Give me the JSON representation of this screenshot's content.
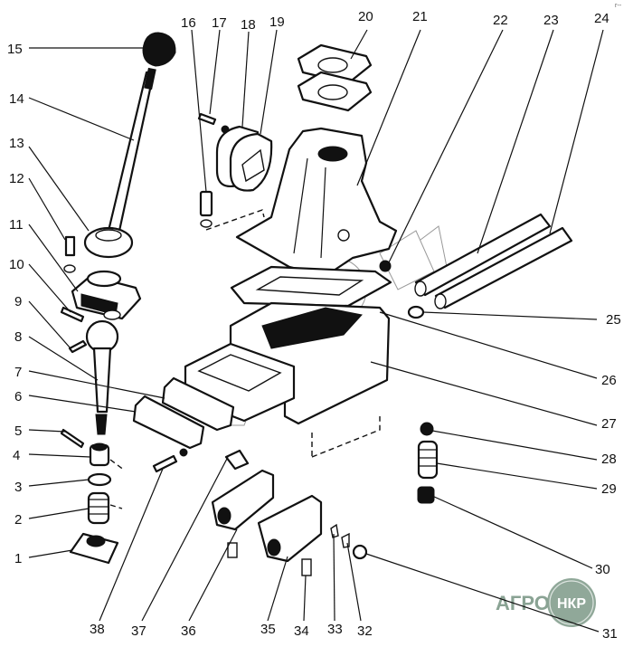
{
  "diagram": {
    "type": "exploded-parts-diagram",
    "corner_mark": "г--",
    "callouts": [
      {
        "num": "1"
      },
      {
        "num": "2"
      },
      {
        "num": "3"
      },
      {
        "num": "4"
      },
      {
        "num": "5"
      },
      {
        "num": "6"
      },
      {
        "num": "7"
      },
      {
        "num": "8"
      },
      {
        "num": "9"
      },
      {
        "num": "10"
      },
      {
        "num": "11"
      },
      {
        "num": "12"
      },
      {
        "num": "13"
      },
      {
        "num": "14"
      },
      {
        "num": "15"
      },
      {
        "num": "16"
      },
      {
        "num": "17"
      },
      {
        "num": "18"
      },
      {
        "num": "19"
      },
      {
        "num": "20"
      },
      {
        "num": "21"
      },
      {
        "num": "22"
      },
      {
        "num": "23"
      },
      {
        "num": "24"
      },
      {
        "num": "25"
      },
      {
        "num": "26"
      },
      {
        "num": "27"
      },
      {
        "num": "28"
      },
      {
        "num": "29"
      },
      {
        "num": "30"
      },
      {
        "num": "31"
      },
      {
        "num": "32"
      },
      {
        "num": "33"
      },
      {
        "num": "34"
      },
      {
        "num": "35"
      },
      {
        "num": "36"
      },
      {
        "num": "37"
      },
      {
        "num": "38"
      }
    ]
  },
  "watermark": {
    "logo_text_left": "АГРО",
    "logo_text_right": "НКР",
    "logo_color": "#8aa394"
  }
}
